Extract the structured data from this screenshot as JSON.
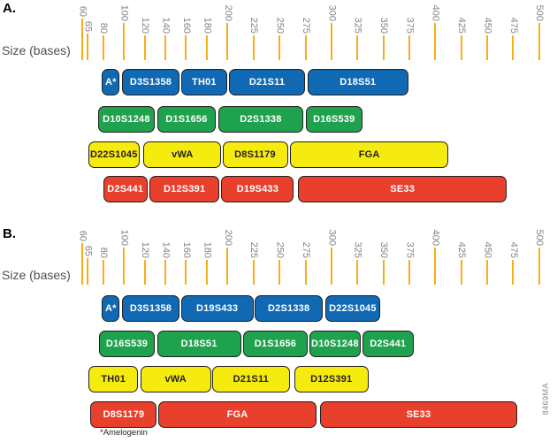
{
  "figure": {
    "size_axis_label": "Size (bases)",
    "footnote": "*Amelogenin",
    "watermark": "8469MA",
    "axis": {
      "unit": "bases",
      "range": [
        60,
        500
      ],
      "tick_values": [
        60,
        65,
        80,
        100,
        120,
        140,
        160,
        180,
        200,
        225,
        250,
        275,
        300,
        325,
        350,
        375,
        400,
        425,
        450,
        475,
        500
      ],
      "major_tick_values": [
        60,
        100,
        200,
        300,
        400,
        500
      ]
    },
    "colors": {
      "tick": "#FBAD18",
      "tick_label": "#828386",
      "blue": "#1169B3",
      "green": "#1FA24D",
      "yellow": "#F6EB0E",
      "red": "#E8402C",
      "box_border": "#231F20",
      "text_on_dark": "#FFFFFF",
      "text_on_yellow": "#231F20"
    },
    "panels": [
      {
        "label": "A.",
        "rows": [
          {
            "dye_color": "blue",
            "loci": [
              {
                "name": "A*",
                "start": 79,
                "end": 96
              },
              {
                "name": "D3S1358",
                "start": 98,
                "end": 154
              },
              {
                "name": "TH01",
                "start": 155,
                "end": 200
              },
              {
                "name": "D21S11",
                "start": 201,
                "end": 275
              },
              {
                "name": "D18S51",
                "start": 277,
                "end": 374
              }
            ]
          },
          {
            "dye_color": "green",
            "loci": [
              {
                "name": "D10S1248",
                "start": 75,
                "end": 130
              },
              {
                "name": "D1S1656",
                "start": 132,
                "end": 189
              },
              {
                "name": "D2S1338",
                "start": 191,
                "end": 273
              },
              {
                "name": "D16S539",
                "start": 275,
                "end": 330
              }
            ]
          },
          {
            "dye_color": "yellow",
            "loci": [
              {
                "name": "D22S1045",
                "start": 66,
                "end": 115
              },
              {
                "name": "vWA",
                "start": 119,
                "end": 194
              },
              {
                "name": "D8S1179",
                "start": 195,
                "end": 258
              },
              {
                "name": "FGA",
                "start": 260,
                "end": 413
              }
            ]
          },
          {
            "dye_color": "red",
            "loci": [
              {
                "name": "D2S441",
                "start": 80,
                "end": 123
              },
              {
                "name": "D12S391",
                "start": 125,
                "end": 192
              },
              {
                "name": "D19S433",
                "start": 194,
                "end": 264
              },
              {
                "name": "SE33",
                "start": 268,
                "end": 469
              }
            ]
          }
        ]
      },
      {
        "label": "B.",
        "rows": [
          {
            "dye_color": "blue",
            "loci": [
              {
                "name": "A*",
                "start": 79,
                "end": 96
              },
              {
                "name": "D3S1358",
                "start": 98,
                "end": 154
              },
              {
                "name": "D19S433",
                "start": 155,
                "end": 225
              },
              {
                "name": "D2S1338",
                "start": 226,
                "end": 292
              },
              {
                "name": "D22S1045",
                "start": 294,
                "end": 347
              }
            ]
          },
          {
            "dye_color": "green",
            "loci": [
              {
                "name": "D16S539",
                "start": 76,
                "end": 130
              },
              {
                "name": "D18S51",
                "start": 132,
                "end": 213
              },
              {
                "name": "D1S1656",
                "start": 215,
                "end": 277
              },
              {
                "name": "D10S1248",
                "start": 279,
                "end": 328
              },
              {
                "name": "D2S441",
                "start": 330,
                "end": 379
              }
            ]
          },
          {
            "dye_color": "yellow",
            "loci": [
              {
                "name": "TH01",
                "start": 66,
                "end": 114
              },
              {
                "name": "vWA",
                "start": 116,
                "end": 184
              },
              {
                "name": "D21S11",
                "start": 185,
                "end": 260
              },
              {
                "name": "D12S391",
                "start": 264,
                "end": 336
              }
            ]
          },
          {
            "dye_color": "red",
            "loci": [
              {
                "name": "D8S1179",
                "start": 68,
                "end": 132
              },
              {
                "name": "FGA",
                "start": 133,
                "end": 286
              },
              {
                "name": "SE33",
                "start": 289,
                "end": 479
              }
            ]
          }
        ]
      }
    ]
  }
}
